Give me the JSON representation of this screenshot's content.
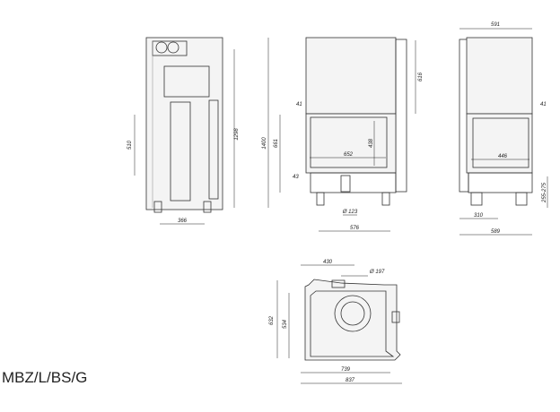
{
  "model": "MBZ/L/BS/G",
  "side_view": {
    "width": "366",
    "door_height": "510",
    "height": "1298"
  },
  "front_view": {
    "top_height": "616",
    "frame_offset": "41",
    "total_height": "1400",
    "door_height": "661",
    "glass_width": "652",
    "glass_height": "438",
    "bottom_offset": "43",
    "air_inlet": "Ø 123",
    "base_width": "576"
  },
  "right_view": {
    "width_top": "591",
    "frame_offset": "41",
    "glass_width": "446",
    "leg_height": "255-275",
    "inlet_offset": "310",
    "width_bottom": "589"
  },
  "top_view": {
    "flue_offset": "430",
    "flue_diameter": "Ø 197",
    "depth_total": "632",
    "depth_inner": "534",
    "width_inner": "739",
    "width_total": "837"
  }
}
